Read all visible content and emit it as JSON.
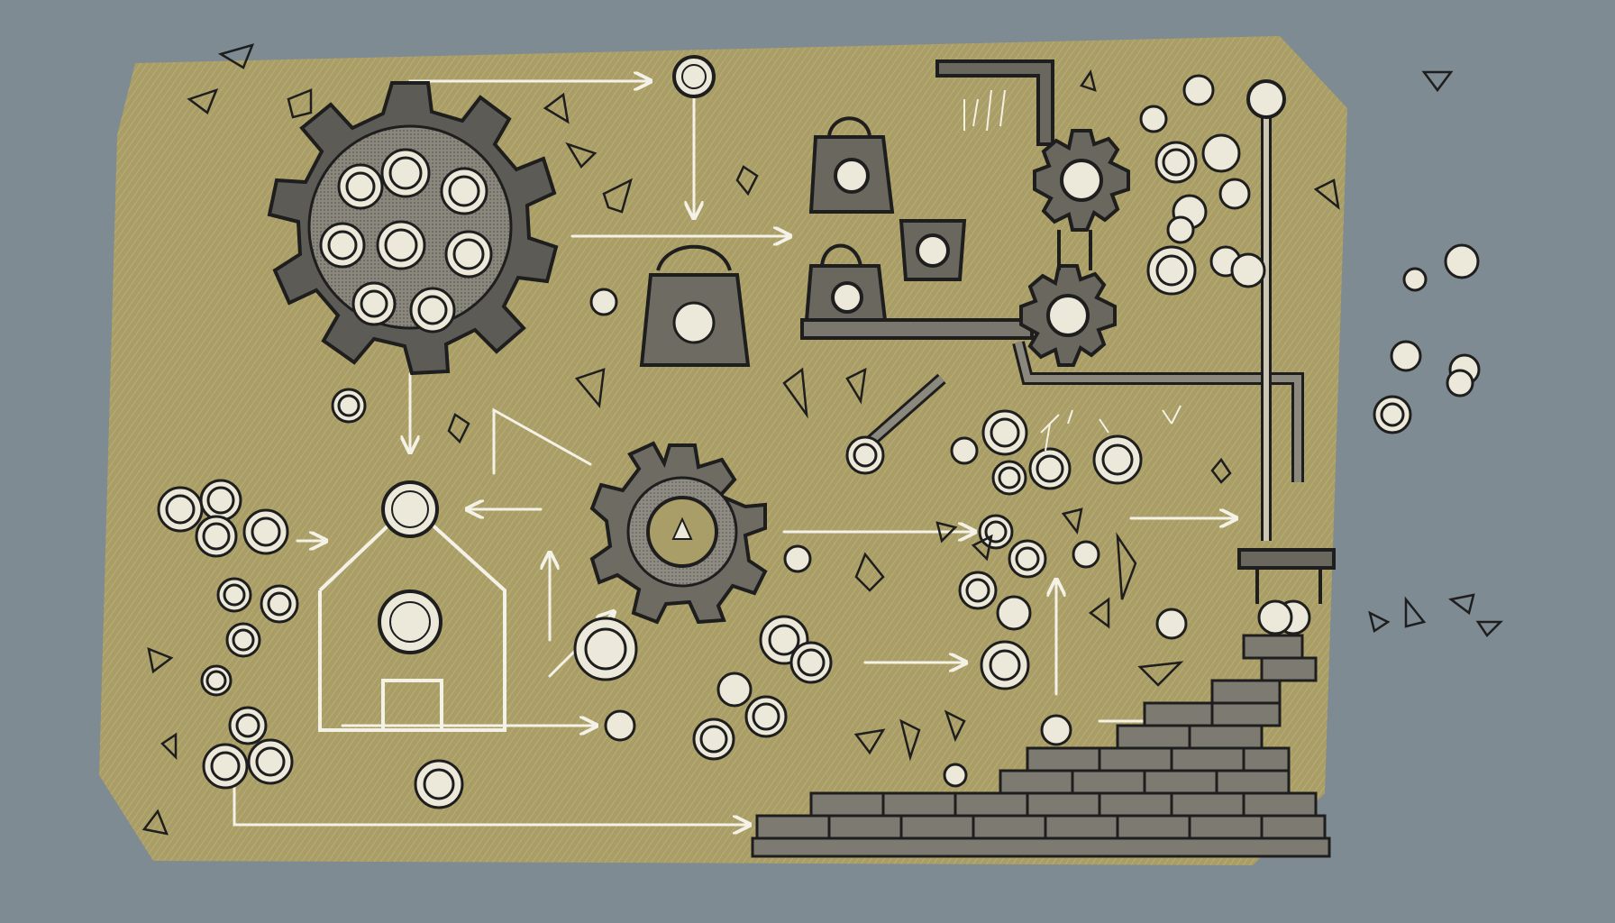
{
  "image": {
    "style": "hand-drawn sketch illustration",
    "colors": {
      "background": "#7e8b93",
      "panel": "#a99d68",
      "panel_hatch": "#c8bb78",
      "ink": "#1e1e1e",
      "highlight": "#f4f1e6",
      "coin_face": "#ece8da"
    },
    "elements": [
      {
        "name": "large-gear-with-coins",
        "icon": "gear-icon"
      },
      {
        "name": "small-gear",
        "icon": "gear-icon"
      },
      {
        "name": "bank-house",
        "icon": "house-icon"
      },
      {
        "name": "money-bags",
        "icon": "bag-icon"
      },
      {
        "name": "balance-scale",
        "icon": "scale-icon"
      },
      {
        "name": "pipe-machine-with-gears",
        "icon": "pipe-icon"
      },
      {
        "name": "stacked-bars-pyramid",
        "icon": "bars-icon"
      },
      {
        "name": "coins",
        "icon": "coin-icon"
      },
      {
        "name": "crystals",
        "icon": "diamond-icon"
      },
      {
        "name": "flow-arrows",
        "icon": "arrow-icon"
      }
    ]
  }
}
